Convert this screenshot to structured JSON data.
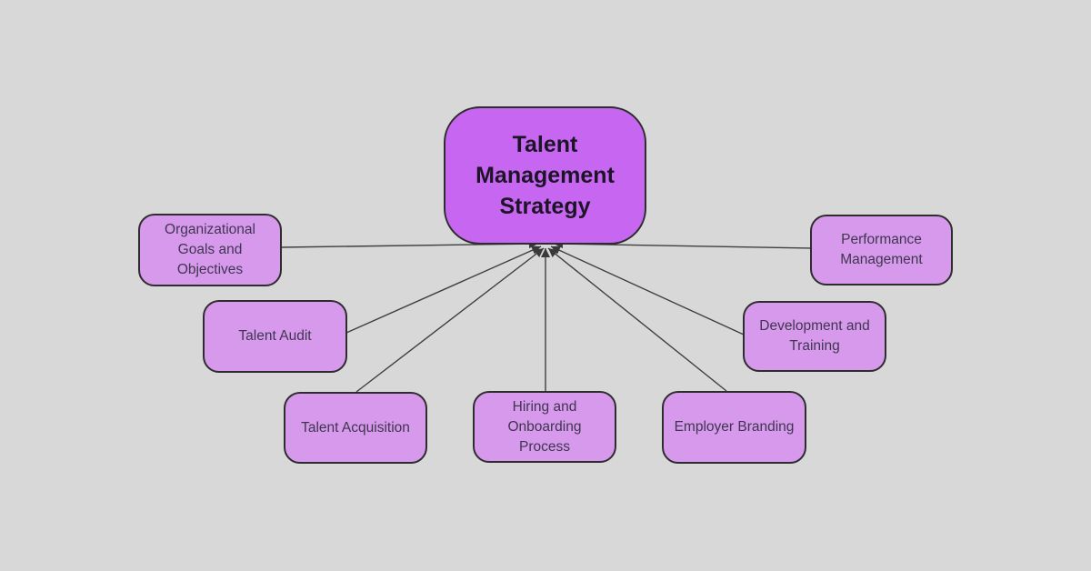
{
  "diagram": {
    "type": "mindmap",
    "root": {
      "label": "Talent Management Strategy"
    },
    "nodes": [
      {
        "id": "organizational-goals",
        "label": "Organizational Goals and Objectives"
      },
      {
        "id": "talent-audit",
        "label": "Talent Audit"
      },
      {
        "id": "talent-acquisition",
        "label": "Talent Acquisition"
      },
      {
        "id": "hiring-onboarding",
        "label": "Hiring and Onboarding Process"
      },
      {
        "id": "employer-branding",
        "label": "Employer Branding"
      },
      {
        "id": "development-training",
        "label": "Development and Training"
      },
      {
        "id": "performance-management",
        "label": "Performance Management"
      }
    ],
    "edges_note": "all child nodes point to bottom-center of root with arrowheads",
    "colors": {
      "background": "#d9d8d8",
      "root_fill": "#c767f1",
      "child_fill": "#d699ec",
      "node_border": "#2d2d2d",
      "edge_line": "#3f3f3f",
      "root_text": "#1e1428",
      "child_text": "#3f3650"
    }
  }
}
